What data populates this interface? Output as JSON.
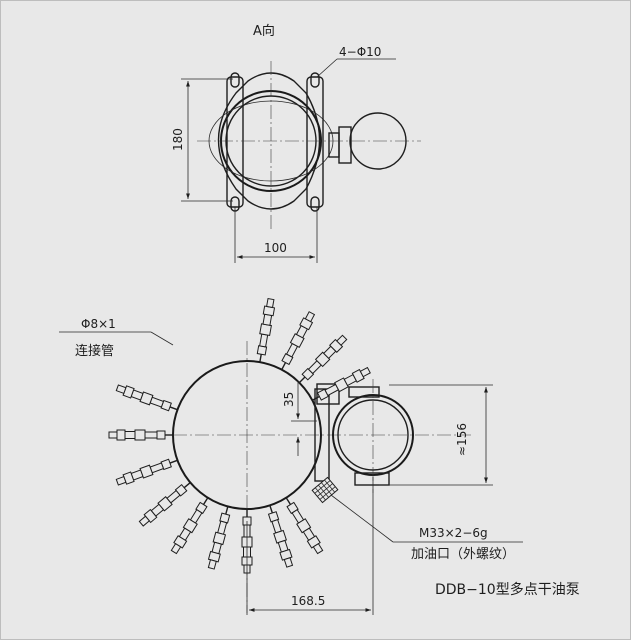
{
  "view_a": {
    "view_label": "A向",
    "hole_note": "4−Φ10",
    "dim_height": "180",
    "dim_width": "100"
  },
  "plan": {
    "pipe_note": "Φ8×1",
    "pipe_name": "连接管",
    "dim_35": "35",
    "dim_156": "≈156",
    "dim_168": "168.5",
    "thread_note": "M33×2−6g",
    "port_name": "加油口（外螺纹）"
  },
  "title": "DDB−10型多点干油泵"
}
